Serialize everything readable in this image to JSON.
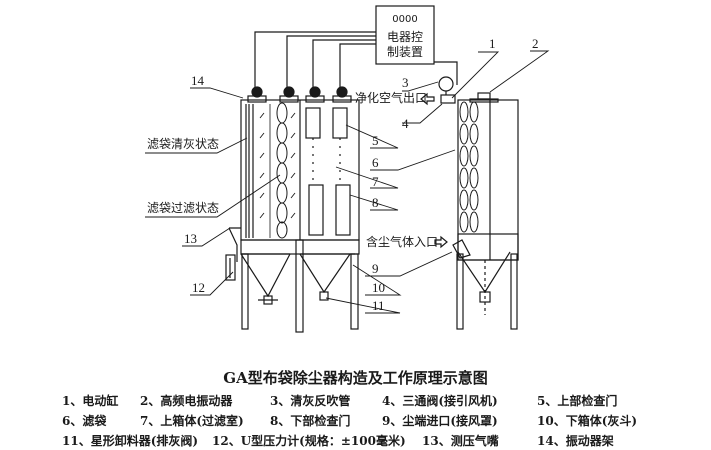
{
  "diagram": {
    "title": "GA型布袋除尘器构造及工作原理示意图",
    "control_box": {
      "label_line1": "电器控",
      "label_line2": "制装置",
      "display": "0000"
    },
    "annotations": {
      "bag_cleaning": "滤袋清灰状态",
      "bag_filtering": "滤袋过滤状态",
      "clean_air_outlet": "净化空气出口",
      "dusty_gas_inlet": "含尘气体入口"
    },
    "callouts": [
      "1",
      "2",
      "3",
      "4",
      "5",
      "6",
      "7",
      "8",
      "9",
      "10",
      "11",
      "12",
      "13",
      "14"
    ],
    "legend": {
      "rows": [
        [
          "1、电动缸",
          "2、高频电振动器",
          "3、清灰反吹管",
          "4、三通阀(接引风机)",
          "5、上部检查门"
        ],
        [
          "6、滤袋",
          "7、上箱体(过滤室)",
          "8、下部检查门",
          "9、尘端进口(接风罩)",
          "10、下箱体(灰斗)"
        ],
        [
          "11、星形卸料器(排灰阀)",
          "12、U型压力计(规格：±100毫米)",
          "13、测压气嘴",
          "14、振动器架"
        ]
      ]
    }
  }
}
